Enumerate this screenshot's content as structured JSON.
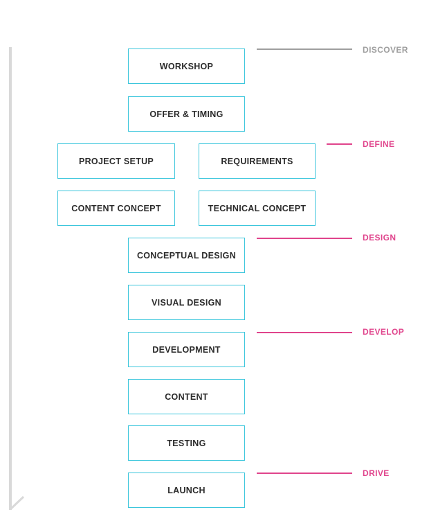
{
  "colors": {
    "box_border": "#3cc6dc",
    "box_text": "#2b2b2b",
    "phase_discover": "#9e9e9e",
    "phase_accent": "#e0448c",
    "timeline": "#d9d9d9"
  },
  "steps": {
    "workshop": "WORKSHOP",
    "offer_timing": "OFFER & TIMING",
    "project_setup": "PROJECT SETUP",
    "requirements": "REQUIREMENTS",
    "content_concept": "CONTENT CONCEPT",
    "technical_concept": "TECHNICAL CONCEPT",
    "conceptual_design": "CONCEPTUAL DESIGN",
    "visual_design": "VISUAL DESIGN",
    "development": "DEVELOPMENT",
    "content": "CONTENT",
    "testing": "TESTING",
    "launch": "LAUNCH"
  },
  "phases": {
    "discover": "DISCOVER",
    "define": "DEFINE",
    "design": "DESIGN",
    "develop": "DEVELOP",
    "drive": "DRIVE"
  }
}
